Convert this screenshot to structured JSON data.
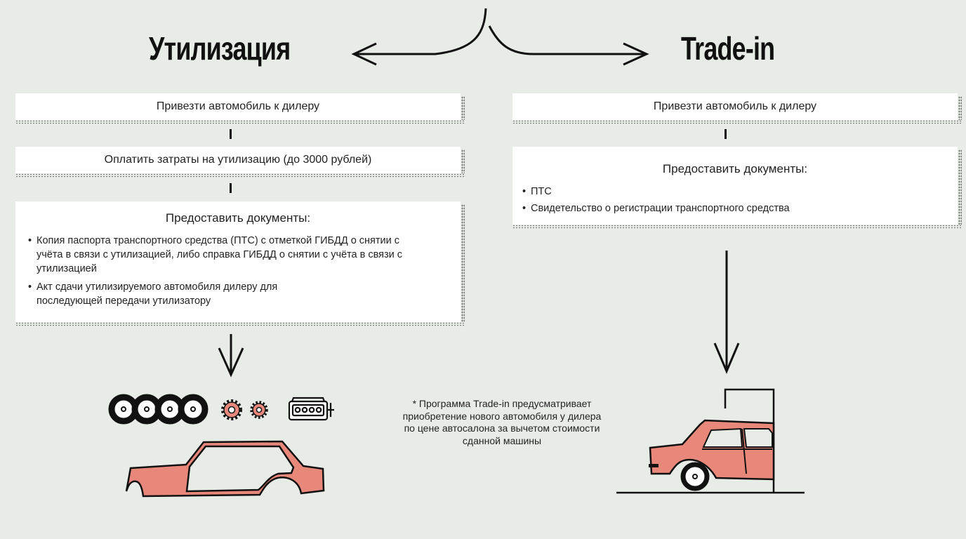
{
  "header": {
    "left_title": "Утилизация",
    "right_title": "Trade-in"
  },
  "left_column": {
    "steps": [
      "Привезти автомобиль к дилеру",
      "Оплатить затраты на утилизацию (до 3000 рублей)"
    ],
    "documents": {
      "heading": "Предоставить документы:",
      "items": [
        "Копия паспорта транспортного средства (ПТС) с отметкой ГИБДД о снятии с учёта в связи с утилизацией, либо справка ГИБДД о снятии с учёта в связи с утилизацией",
        "Акт сдачи утилизируемого автомобиля дилеру для последующей передачи утилизатору"
      ]
    },
    "illustration": {
      "icons": [
        "tire-icon",
        "tire-icon",
        "tire-icon",
        "tire-icon",
        "gear-icon",
        "gear-icon",
        "engine-icon",
        "car-body-frame-icon"
      ]
    }
  },
  "right_column": {
    "steps": [
      "Привезти автомобиль к дилеру"
    ],
    "documents": {
      "heading": "Предоставить документы:",
      "items": [
        "ПТС",
        "Свидетельство о регистрации транспортного средства"
      ]
    },
    "illustration": {
      "icons": [
        "car-entering-garage-icon"
      ]
    }
  },
  "footnote": "* Программа Trade-in предусматривает приобретение нового автомобиля у дилера по цене автосалона за вычетом стоимости сданной машины",
  "colors": {
    "background": "#e8ece7",
    "accent": "#e8887a",
    "ink": "#111111"
  }
}
